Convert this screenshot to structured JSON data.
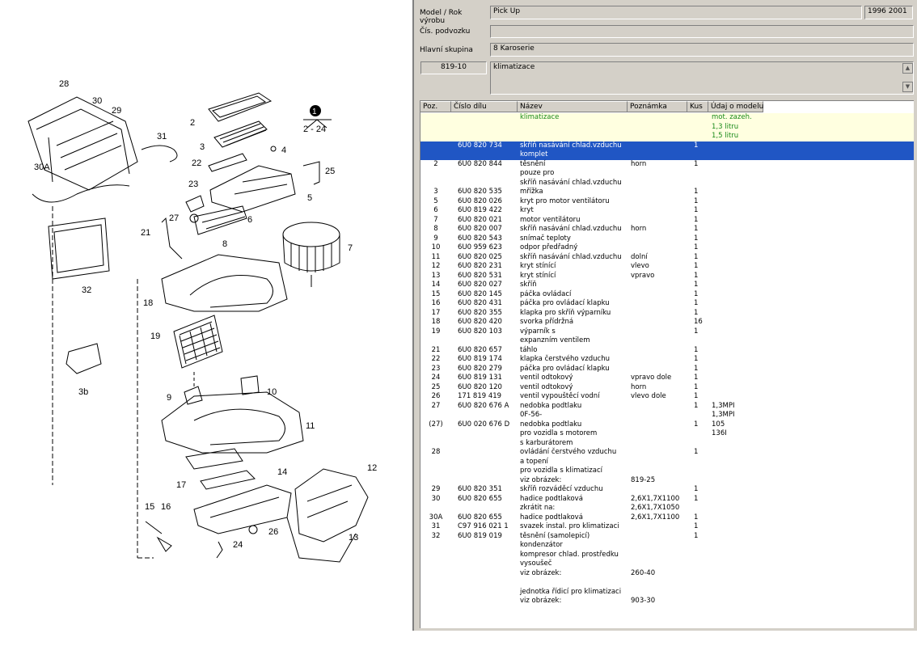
{
  "header": {
    "model_label": "Model / Rok",
    "model_label2": "výrobu",
    "model_value": "Pick Up",
    "years": "1996  2001",
    "chassis_label": "Čís. podvozku",
    "chassis_value": "",
    "group_label": "Hlavní skupina",
    "group_value": "8   Karoserie",
    "code_value": "819-10",
    "desc_value": "klimatizace"
  },
  "columns": [
    "Poz.",
    "Číslo dílu",
    "Název",
    "Poznámka",
    "Kus",
    "Údaj o modelu"
  ],
  "rows": [
    {
      "pos": "",
      "num": "",
      "name": "klimatizace",
      "note": "",
      "qty": "",
      "model": "mot. zazeh.",
      "type": "header"
    },
    {
      "pos": "",
      "num": "",
      "name": "",
      "note": "",
      "qty": "",
      "model": "1,3 litru",
      "type": "header"
    },
    {
      "pos": "",
      "num": "",
      "name": "",
      "note": "",
      "qty": "",
      "model": "1,5 litru",
      "type": "header"
    },
    {
      "pos": "",
      "num": "6U0 820 734",
      "name": "skříň nasávání chlad.vzduchu",
      "note": "",
      "qty": "1",
      "model": "",
      "type": "selected"
    },
    {
      "pos": "",
      "num": "",
      "name": "komplet",
      "note": "",
      "qty": "",
      "model": "",
      "type": "selected"
    },
    {
      "pos": "2",
      "num": "6U0 820 844",
      "name": "těsnění",
      "note": "horn",
      "qty": "1",
      "model": ""
    },
    {
      "pos": "",
      "num": "",
      "name": "            pouze pro",
      "note": "",
      "qty": "",
      "model": ""
    },
    {
      "pos": "",
      "num": "",
      "name": "skříň nasávání chlad.vzduchu",
      "note": "",
      "qty": "",
      "model": ""
    },
    {
      "pos": "3",
      "num": "6U0 820 535",
      "name": "mřížka",
      "note": "",
      "qty": "1",
      "model": ""
    },
    {
      "pos": "5",
      "num": "6U0 820 026",
      "name": "kryt pro motor ventilátoru",
      "note": "",
      "qty": "1",
      "model": ""
    },
    {
      "pos": "6",
      "num": "6U0 819 422",
      "name": "kryt",
      "note": "",
      "qty": "1",
      "model": ""
    },
    {
      "pos": "7",
      "num": "6U0 820 021",
      "name": "motor ventilátoru",
      "note": "",
      "qty": "1",
      "model": ""
    },
    {
      "pos": "8",
      "num": "6U0 820 007",
      "name": "skříň nasávání chlad.vzduchu",
      "note": "horn",
      "qty": "1",
      "model": ""
    },
    {
      "pos": "9",
      "num": "6U0 820 543",
      "name": "snímač teploty",
      "note": "",
      "qty": "1",
      "model": ""
    },
    {
      "pos": "10",
      "num": "6U0 959 623",
      "name": "odpor předřadný",
      "note": "",
      "qty": "1",
      "model": ""
    },
    {
      "pos": "11",
      "num": "6U0 820 025",
      "name": "skříň nasávání chlad.vzduchu",
      "note": "dolní",
      "qty": "1",
      "model": ""
    },
    {
      "pos": "12",
      "num": "6U0 820 231",
      "name": "kryt stínící",
      "note": "vlevo",
      "qty": "1",
      "model": ""
    },
    {
      "pos": "13",
      "num": "6U0 820 531",
      "name": "kryt stínící",
      "note": "vpravo",
      "qty": "1",
      "model": ""
    },
    {
      "pos": "14",
      "num": "6U0 820 027",
      "name": "skříň",
      "note": "",
      "qty": "1",
      "model": ""
    },
    {
      "pos": "15",
      "num": "6U0 820 145",
      "name": "páčka ovládací",
      "note": "",
      "qty": "1",
      "model": ""
    },
    {
      "pos": "16",
      "num": "6U0 820 431",
      "name": "páčka pro ovládací klapku",
      "note": "",
      "qty": "1",
      "model": ""
    },
    {
      "pos": "17",
      "num": "6U0 820 355",
      "name": "klapka pro skříň výparníku",
      "note": "",
      "qty": "1",
      "model": ""
    },
    {
      "pos": "18",
      "num": "6U0 820 420",
      "name": "svorka přídržná",
      "note": "",
      "qty": "16",
      "model": ""
    },
    {
      "pos": "19",
      "num": "6U0 820 103",
      "name": "výparník s",
      "note": "",
      "qty": "1",
      "model": ""
    },
    {
      "pos": "",
      "num": "",
      "name": "expanzním ventilem",
      "note": "",
      "qty": "",
      "model": ""
    },
    {
      "pos": "21",
      "num": "6U0 820 657",
      "name": "táhlo",
      "note": "",
      "qty": "1",
      "model": ""
    },
    {
      "pos": "22",
      "num": "6U0 819 174",
      "name": "klapka čerstvého vzduchu",
      "note": "",
      "qty": "1",
      "model": ""
    },
    {
      "pos": "23",
      "num": "6U0 820 279",
      "name": "páčka pro ovládací klapku",
      "note": "",
      "qty": "1",
      "model": ""
    },
    {
      "pos": "24",
      "num": "6U0 819 131",
      "name": "ventil odtokový",
      "note": "vpravo dole",
      "qty": "1",
      "model": ""
    },
    {
      "pos": "25",
      "num": "6U0 820 120",
      "name": "ventil odtokový",
      "note": "horn",
      "qty": "1",
      "model": ""
    },
    {
      "pos": "26",
      "num": "171 819 419",
      "name": "ventil vypouštěcí vodní",
      "note": "vlevo dole",
      "qty": "1",
      "model": ""
    },
    {
      "pos": "27",
      "num": "6U0 820 676 A",
      "name": "nedobka podtlaku",
      "note": "",
      "qty": "1",
      "model": "1,3MPI"
    },
    {
      "pos": "",
      "num": "",
      "name": "0F-56-",
      "note": "",
      "qty": "",
      "model": "1,3MPI"
    },
    {
      "pos": "(27)",
      "num": "6U0 020 676 D",
      "name": "nedobka podtlaku",
      "note": "",
      "qty": "1",
      "model": "105"
    },
    {
      "pos": "",
      "num": "",
      "name": "pro vozidla s motorem",
      "note": "",
      "qty": "",
      "model": "136I"
    },
    {
      "pos": "",
      "num": "",
      "name": "s karburátorem",
      "note": "",
      "qty": "",
      "model": ""
    },
    {
      "pos": "28",
      "num": "",
      "name": "ovládání čerstvého vzduchu",
      "note": "",
      "qty": "1",
      "model": ""
    },
    {
      "pos": "",
      "num": "",
      "name": "a topení",
      "note": "",
      "qty": "",
      "model": ""
    },
    {
      "pos": "",
      "num": "",
      "name": "pro vozidla s klimatizací",
      "note": "",
      "qty": "",
      "model": ""
    },
    {
      "pos": "",
      "num": "",
      "name": "                      viz obrázek:",
      "note": "819-25",
      "qty": "",
      "model": ""
    },
    {
      "pos": "29",
      "num": "6U0 820 351",
      "name": "skříň rozváděcí vzduchu",
      "note": "",
      "qty": "1",
      "model": ""
    },
    {
      "pos": "30",
      "num": "6U0 820 655",
      "name": "hadice podtlaková",
      "note": "2,6X1,7X1100",
      "qty": "1",
      "model": ""
    },
    {
      "pos": "",
      "num": "",
      "name": "                     zkrátit na:",
      "note": "2,6X1,7X1050",
      "qty": "",
      "model": ""
    },
    {
      "pos": "30A",
      "num": "6U0 820 655",
      "name": "hadice podtlaková",
      "note": "2,6X1,7X1100",
      "qty": "1",
      "model": ""
    },
    {
      "pos": "31",
      "num": "C97 916 021 1",
      "name": "svazek instal. pro klimatizaci",
      "note": "",
      "qty": "1",
      "model": ""
    },
    {
      "pos": "32",
      "num": "6U0 819 019",
      "name": "těsnění (samolepicí)",
      "note": "",
      "qty": "1",
      "model": ""
    },
    {
      "pos": "",
      "num": "",
      "name": "kondenzátor",
      "note": "",
      "qty": "",
      "model": ""
    },
    {
      "pos": "",
      "num": "",
      "name": "kompresor chlad. prostředku",
      "note": "",
      "qty": "",
      "model": ""
    },
    {
      "pos": "",
      "num": "",
      "name": "vysoušeč",
      "note": "",
      "qty": "",
      "model": ""
    },
    {
      "pos": "",
      "num": "",
      "name": "                   viz obrázek:",
      "note": "260-40",
      "qty": "",
      "model": ""
    },
    {
      "pos": "",
      "num": "",
      "name": "",
      "note": "",
      "qty": "",
      "model": ""
    },
    {
      "pos": "",
      "num": "",
      "name": "jednotka řídicí pro klimatizaci",
      "note": "",
      "qty": "",
      "model": ""
    },
    {
      "pos": "",
      "num": "",
      "name": "                   viz obrázek:",
      "note": "903-30",
      "qty": "",
      "model": ""
    }
  ],
  "diagram": {
    "labels": [
      "28",
      "30",
      "29",
      "31",
      "30A",
      "2",
      "3",
      "4",
      "22",
      "25",
      "23",
      "5",
      "27",
      "6",
      "21",
      "8",
      "7",
      "32",
      "18",
      "19",
      "10",
      "9",
      "11",
      "3b",
      "12",
      "17",
      "14",
      "15",
      "16",
      "26",
      "24",
      "13",
      "1",
      "2 - 24"
    ]
  }
}
